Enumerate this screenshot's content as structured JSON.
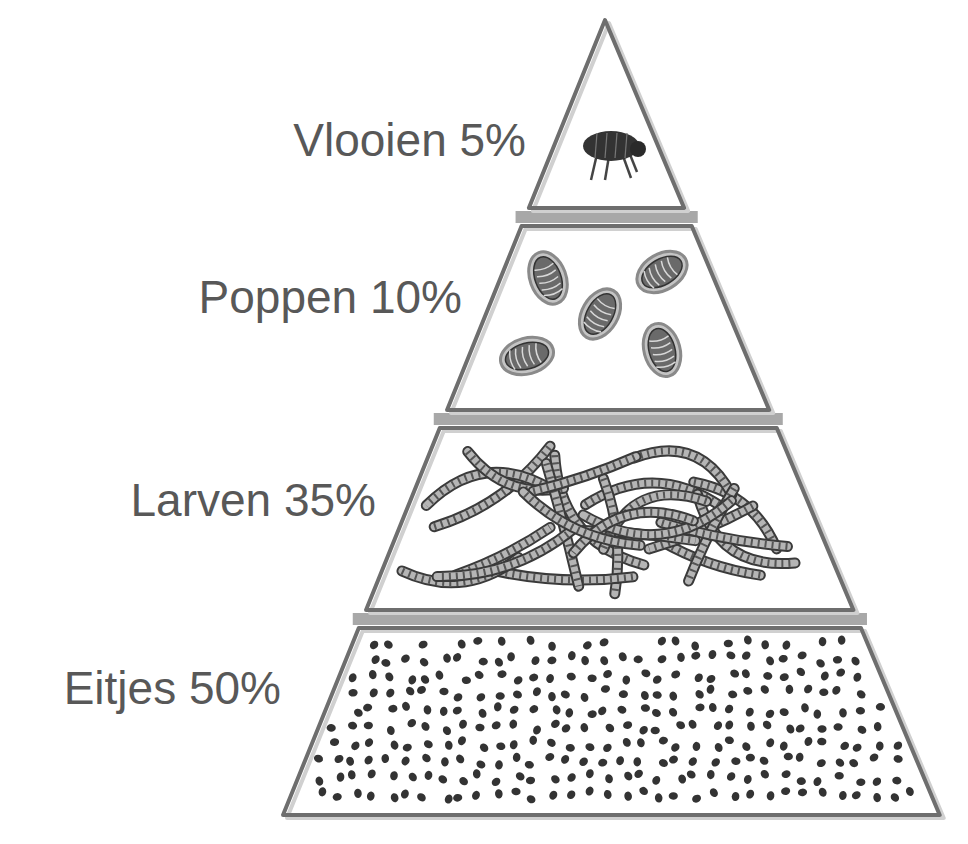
{
  "diagram": {
    "nodes": [
      {
        "text": [
          "Vlooien 5%"
        ]
      },
      {
        "text": [
          "Poppen 10%"
        ]
      },
      {
        "text": [
          "Larven 35%"
        ]
      },
      {
        "text": [
          "Eitjes 50%"
        ]
      }
    ]
  }
}
